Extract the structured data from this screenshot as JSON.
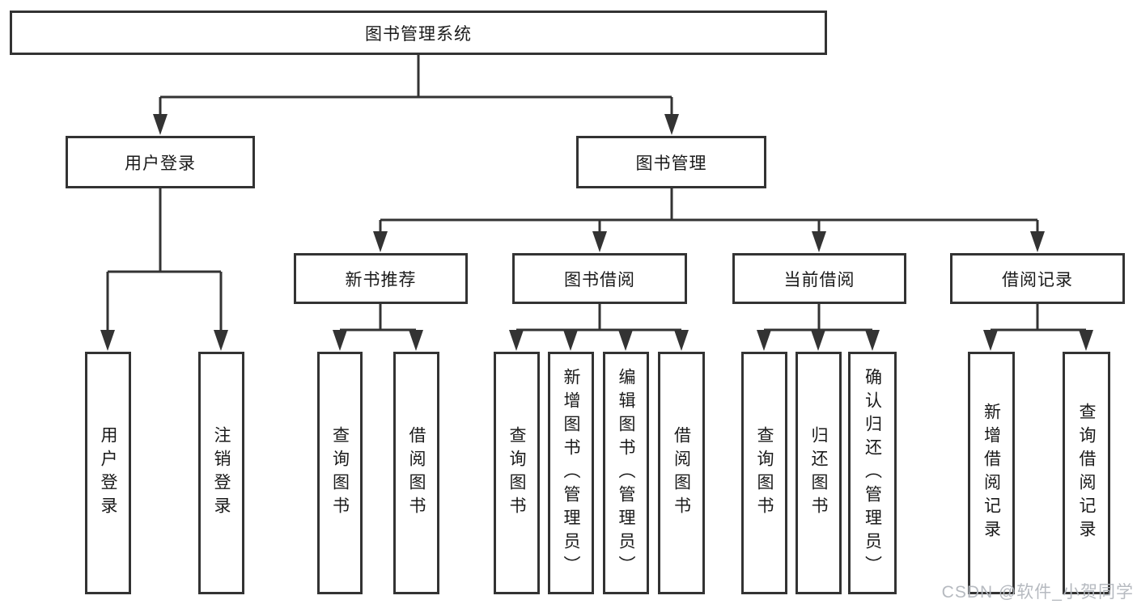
{
  "diagram": {
    "root": "图书管理系统",
    "branches": [
      {
        "label": "用户登录",
        "children": [
          "用户登录",
          "注销登录"
        ]
      },
      {
        "label": "图书管理",
        "sections": [
          {
            "label": "新书推荐",
            "children": [
              "查询图书",
              "借阅图书"
            ]
          },
          {
            "label": "图书借阅",
            "children": [
              "查询图书",
              "新增图书（管理员）",
              "编辑图书（管理员）",
              "借阅图书"
            ]
          },
          {
            "label": "当前借阅",
            "children": [
              "查询图书",
              "归还图书",
              "确认归还（管理员）"
            ]
          },
          {
            "label": "借阅记录",
            "children": [
              "新增借阅记录",
              "查询借阅记录"
            ]
          }
        ]
      }
    ]
  },
  "watermark": "CSDN @软件_小贺同学",
  "colors": {
    "line": "#333333",
    "text": "#1a1a1a",
    "background": "#ffffff",
    "watermark": "#b2b6bd"
  }
}
